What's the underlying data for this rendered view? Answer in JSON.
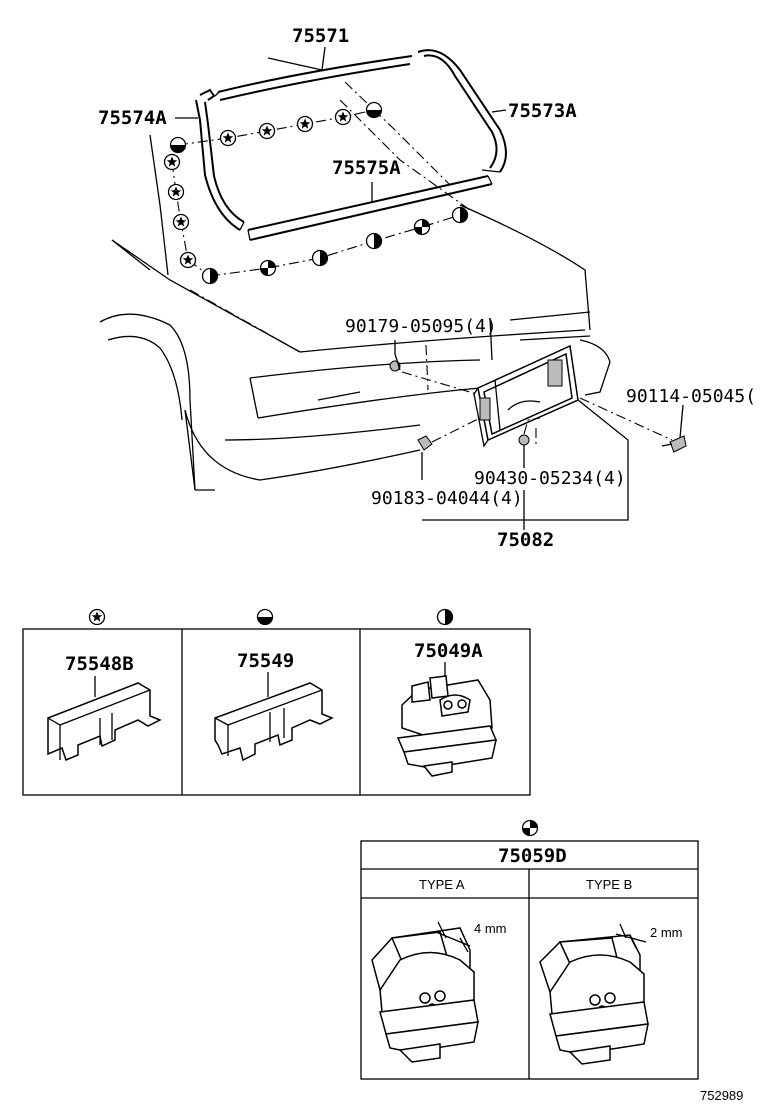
{
  "labels": {
    "p75571": "75571",
    "p75573A": "75573A",
    "p75574A": "75574A",
    "p75575A": "75575A",
    "p90179": "90179-05095(4)",
    "p90114": "90114-05045(",
    "p90430": "90430-05234(4)",
    "p90183": "90183-04044(4)",
    "p75082": "75082"
  },
  "clip_table": {
    "c1": "75548B",
    "c2": "75549",
    "c3": "75049A"
  },
  "type_table": {
    "title": "75059D",
    "type_a": "TYPE A",
    "type_b": "TYPE B",
    "dim_a": "4 mm",
    "dim_b": "2 mm"
  },
  "drawing_no": "752989"
}
